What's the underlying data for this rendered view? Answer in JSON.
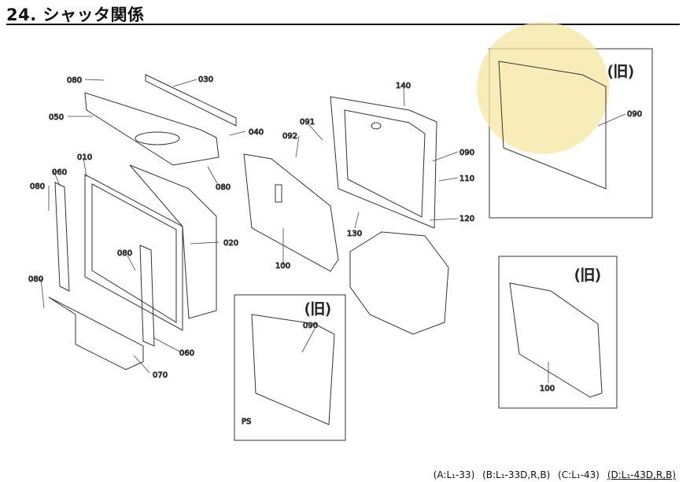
{
  "title": "24. シャッタ関係",
  "parts": {
    "p080a": "080",
    "p030": "030",
    "p050": "050",
    "p040": "040",
    "p080b": "080",
    "p010": "010",
    "p060a": "060",
    "p080c": "080",
    "p020": "020",
    "p080d": "080",
    "p080e": "080",
    "p060b": "060",
    "p070": "070",
    "p091": "091",
    "p092": "092",
    "p100": "100",
    "p140": "140",
    "p090": "090",
    "p110": "110",
    "p120": "120",
    "p130": "130",
    "p090b": "090",
    "p100b": "100",
    "p090c": "090"
  },
  "insets": {
    "old_label": "(旧)",
    "ps_label": "PS"
  },
  "footer": {
    "models": [
      "(A:L₁-33)",
      "(B:L₁-33D,R,B)",
      "(C:L₁-43)",
      "(D:L₁-43D,R,B)"
    ]
  }
}
